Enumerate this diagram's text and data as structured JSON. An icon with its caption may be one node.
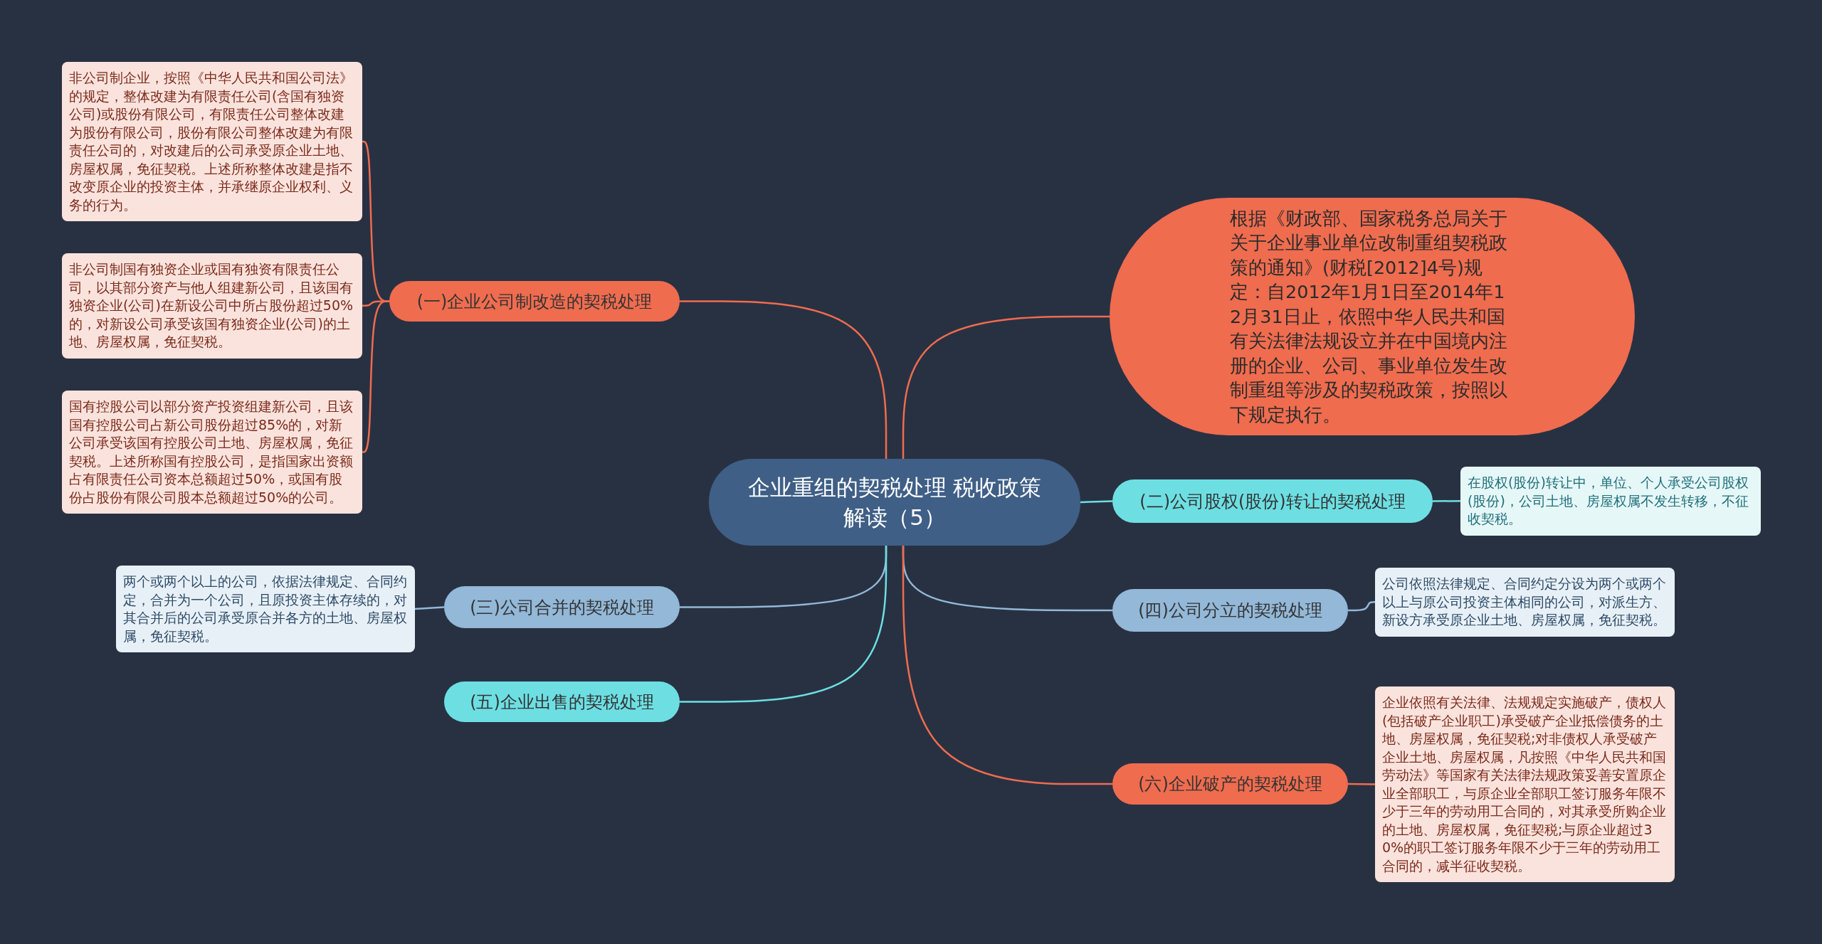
{
  "diagram": {
    "nodes": [
      {
        "text": [
          "企业重组的契税处理 税收政策解读（5）"
        ]
      },
      {
        "text": [
          "(一)企业公司制改造的契税处理"
        ]
      },
      {
        "text": [
          "非公司制企业，按照《中华人民共和国公司法》的规定，整体改建为有限责任公司(含国有独资公司)或股份有限公司，有限责任公司整体改建为股份有限公司，股份有限公司整体改建为有限责任公司的，对改建后的公司承受原企业土地、房屋权属，免征契税。上述所称整体改建是指不改变原企业的投资主体，并承继原企业权利、义务的行为。"
        ]
      },
      {
        "text": [
          "非公司制国有独资企业或国有独资有限责任公司，以其部分资产与他人组建新公司，且该国有独资企业(公司)在新设公司中所占股份超过50%的，对新设公司承受该国有独资企业(公司)的土地、房屋权属，免征契税。"
        ]
      },
      {
        "text": [
          "国有控股公司以部分资产投资组建新公司，且该国有控股公司占新公司股份超过85%的，对新公司承受该国有控股公司土地、房屋权属，免征契税。上述所称国有控股公司，是指国家出资额占有限责任公司资本总额超过50%，或国有股份占股份有限公司股本总额超过50%的公司。"
        ]
      },
      {
        "text": [
          "根据《财政部、国家税务总局关于关于企业事业单位改制重组契税政策的通知》(财税[2012]4号)规定：自2012年1月1日至2014年12月31日止，依照中华人民共和国有关法律法规设立并在中国境内注册的企业、公司、事业单位发生改制重组等涉及的契税政策，按照以下规定执行。"
        ]
      },
      {
        "text": [
          "(二)公司股权(股份)转让的契税处理"
        ]
      },
      {
        "text": [
          "在股权(股份)转让中，单位、个人承受公司股权(股份)，公司土地、房屋权属不发生转移，不征收契税。"
        ]
      },
      {
        "text": [
          "(三)公司合并的契税处理"
        ]
      },
      {
        "text": [
          "两个或两个以上的公司，依据法律规定、合同约定，合并为一个公司，且原投资主体存续的，对其合并后的公司承受原合并各方的土地、房屋权属，免征契税。"
        ]
      },
      {
        "text": [
          "(四)公司分立的契税处理"
        ]
      },
      {
        "text": [
          "公司依照法律规定、合同约定分设为两个或两个以上与原公司投资主体相同的公司，对派生方、新设方承受原企业土地、房屋权属，免征契税。"
        ]
      },
      {
        "text": [
          "(五)企业出售的契税处理"
        ]
      },
      {
        "text": [
          "(六)企业破产的契税处理"
        ]
      },
      {
        "text": [
          "企业依照有关法律、法规规定实施破产，债权人(包括破产企业职工)承受破产企业抵偿债务的土地、房屋权属，免征契税;对非债权人承受破产企业土地、房屋权属，凡按照《中华人民共和国劳动法》等国家有关法律法规政策妥善安置原企业全部职工，与原企业全部职工签订服务年限不少于三年的劳动用工合同的，对其承受所购企业的土地、房屋权属，免征契税;与原企业超过30%的职工签订服务年限不少于三年的劳动用工合同的，减半征收契税。"
        ]
      }
    ],
    "edges": [
      {
        "from": 0,
        "to": 1,
        "arrow": "none"
      },
      {
        "from": 1,
        "to": 2,
        "arrow": "none"
      },
      {
        "from": 1,
        "to": 3,
        "arrow": "none"
      },
      {
        "from": 1,
        "to": 4,
        "arrow": "none"
      },
      {
        "from": 0,
        "to": 5,
        "arrow": "none"
      },
      {
        "from": 0,
        "to": 6,
        "arrow": "none",
        "color": "#6ddfe3"
      },
      {
        "from": 6,
        "to": 7,
        "arrow": "none",
        "color": "#6ddfe3"
      },
      {
        "from": 0,
        "to": 8,
        "arrow": "none",
        "color": "#93b8d8"
      },
      {
        "from": 8,
        "to": 9,
        "arrow": "none",
        "color": "#93b8d8"
      },
      {
        "from": 0,
        "to": 10,
        "arrow": "none",
        "color": "#93b8d8"
      },
      {
        "from": 10,
        "to": 11,
        "arrow": "none",
        "color": "#93b8d8"
      },
      {
        "from": 0,
        "to": 12,
        "arrow": "none",
        "color": "#6ddfe3"
      },
      {
        "from": 0,
        "to": 13,
        "arrow": "none"
      },
      {
        "from": 13,
        "to": 14,
        "arrow": "none"
      }
    ]
  }
}
